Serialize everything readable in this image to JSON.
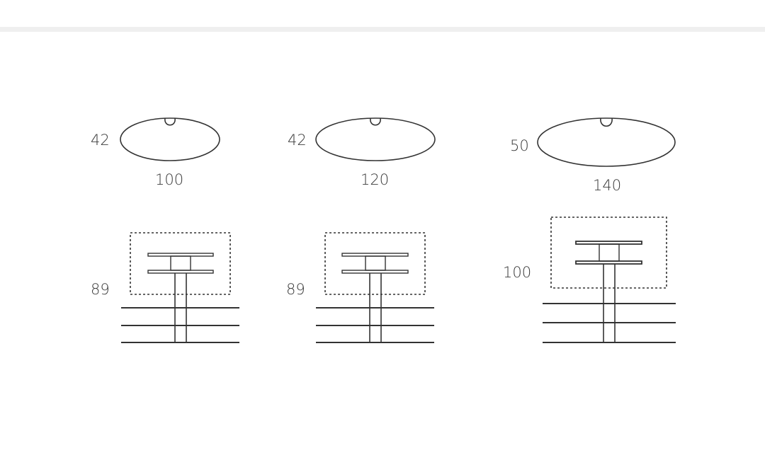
{
  "variants": [
    {
      "top_view": {
        "depth_label": "42",
        "width_label": "100"
      },
      "side_view": {
        "height_label": "89"
      }
    },
    {
      "top_view": {
        "depth_label": "42",
        "width_label": "120"
      },
      "side_view": {
        "height_label": "89"
      }
    },
    {
      "top_view": {
        "depth_label": "50",
        "width_label": "140"
      },
      "side_view": {
        "height_label": "100"
      }
    }
  ],
  "colors": {
    "line": "#333333",
    "divider": "#efefef",
    "background": "#ffffff"
  }
}
